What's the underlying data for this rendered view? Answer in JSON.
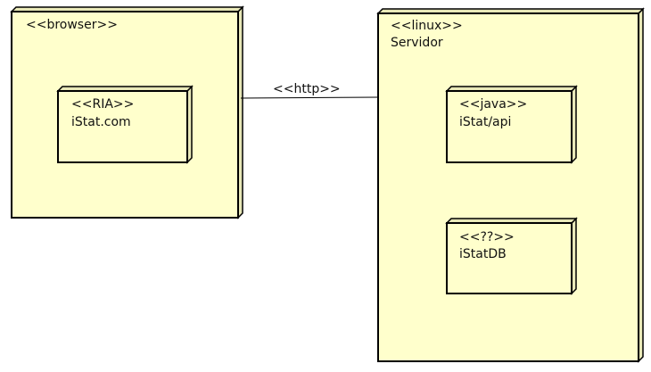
{
  "colors": {
    "node_fill": "#ffffcc",
    "node_side": "#e8e8b8",
    "stroke": "#000000",
    "background": "#ffffff"
  },
  "nodes": {
    "browser": {
      "stereotype": "<<browser>>"
    },
    "ria": {
      "stereotype": "<<RIA>>",
      "name": "iStat.com"
    },
    "server": {
      "stereotype": "<<linux>>",
      "name": "Servidor"
    },
    "api": {
      "stereotype": "<<java>>",
      "name": "iStat/api"
    },
    "db": {
      "stereotype": "<<??>>",
      "name": "iStatDB"
    }
  },
  "connector": {
    "label": "<<http>>"
  }
}
